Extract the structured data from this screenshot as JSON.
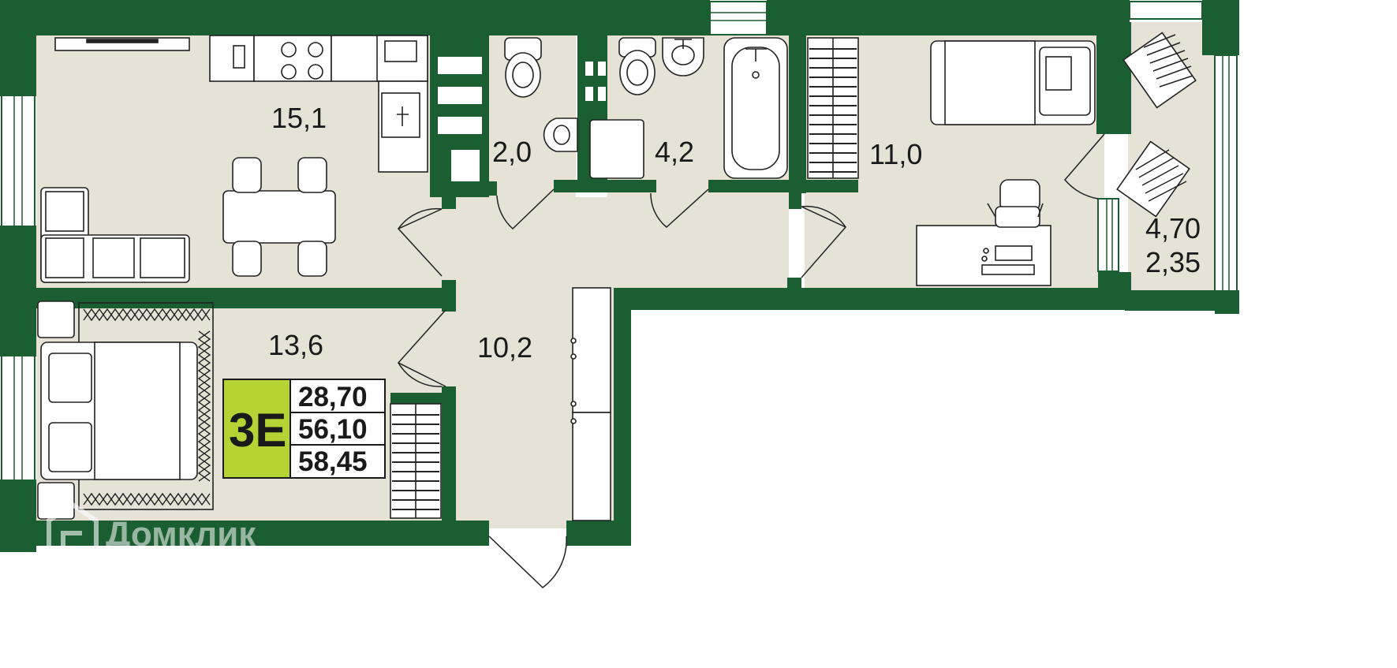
{
  "colors": {
    "wall": "#1b5e32",
    "floor": "#e6e2d6",
    "badge": "#b5d335",
    "line": "#222222"
  },
  "rooms": {
    "kitchen_living": "15,1",
    "wc": "2,0",
    "bathroom": "4,2",
    "bedroom_2": "11,0",
    "bedroom_1": "13,6",
    "hallway": "10,2",
    "balcony_full": "4,70",
    "balcony_reduced": "2,35"
  },
  "badge": {
    "code": "3E",
    "living_area": "28,70",
    "total_area": "56,10",
    "total_area_with_balcony": "58,45"
  },
  "watermark": {
    "brand": "Домклик",
    "icon": "house-logo-icon"
  }
}
